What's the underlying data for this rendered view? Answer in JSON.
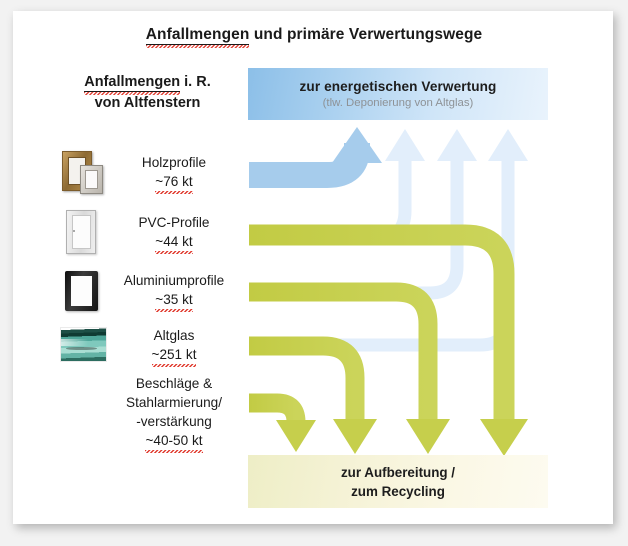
{
  "title": {
    "underlined": "Anfallmengen",
    "rest": " und primäre Verwertungswege"
  },
  "left_heading": {
    "line1_underlined": "Anfallmengen",
    "line1_rest": " i. R.",
    "line2": "von Altfenstern"
  },
  "destinations": {
    "energy": {
      "line1": "zur energetischen Verwertung",
      "line2": "(tlw. Deponierung von Altglas)"
    },
    "recycling": {
      "line1": "zur Aufbereitung /",
      "line2": "zum Recycling"
    }
  },
  "materials": [
    {
      "icon": "wood-window-icon",
      "name": "Holzprofile",
      "amount": "~76 kt"
    },
    {
      "icon": "pvc-window-icon",
      "name": "PVC-Profile",
      "amount": "~44 kt"
    },
    {
      "icon": "aluminium-frame-icon",
      "name": "Aluminiumprofile",
      "amount": "~35 kt"
    },
    {
      "icon": "old-glass-icon",
      "name": "Altglas",
      "amount": "~251 kt"
    },
    {
      "icon": "none",
      "name": "Beschläge &",
      "name2": "Stahlarmierung/",
      "name3": "-verstärkung",
      "amount": "~40-50 kt"
    }
  ],
  "colors": {
    "olive": "#c6cf4c",
    "blue_strong": "#a6ccec",
    "blue_faint": "#e2eefb",
    "blue_box_from": "#8cbfe8",
    "blue_box_to": "#e9f3fc",
    "yellow_box_from": "#eeeec6",
    "yellow_box_to": "#fdfbf0",
    "text": "#1b1b1b",
    "spellcheck_underline": "#e03b2f"
  }
}
